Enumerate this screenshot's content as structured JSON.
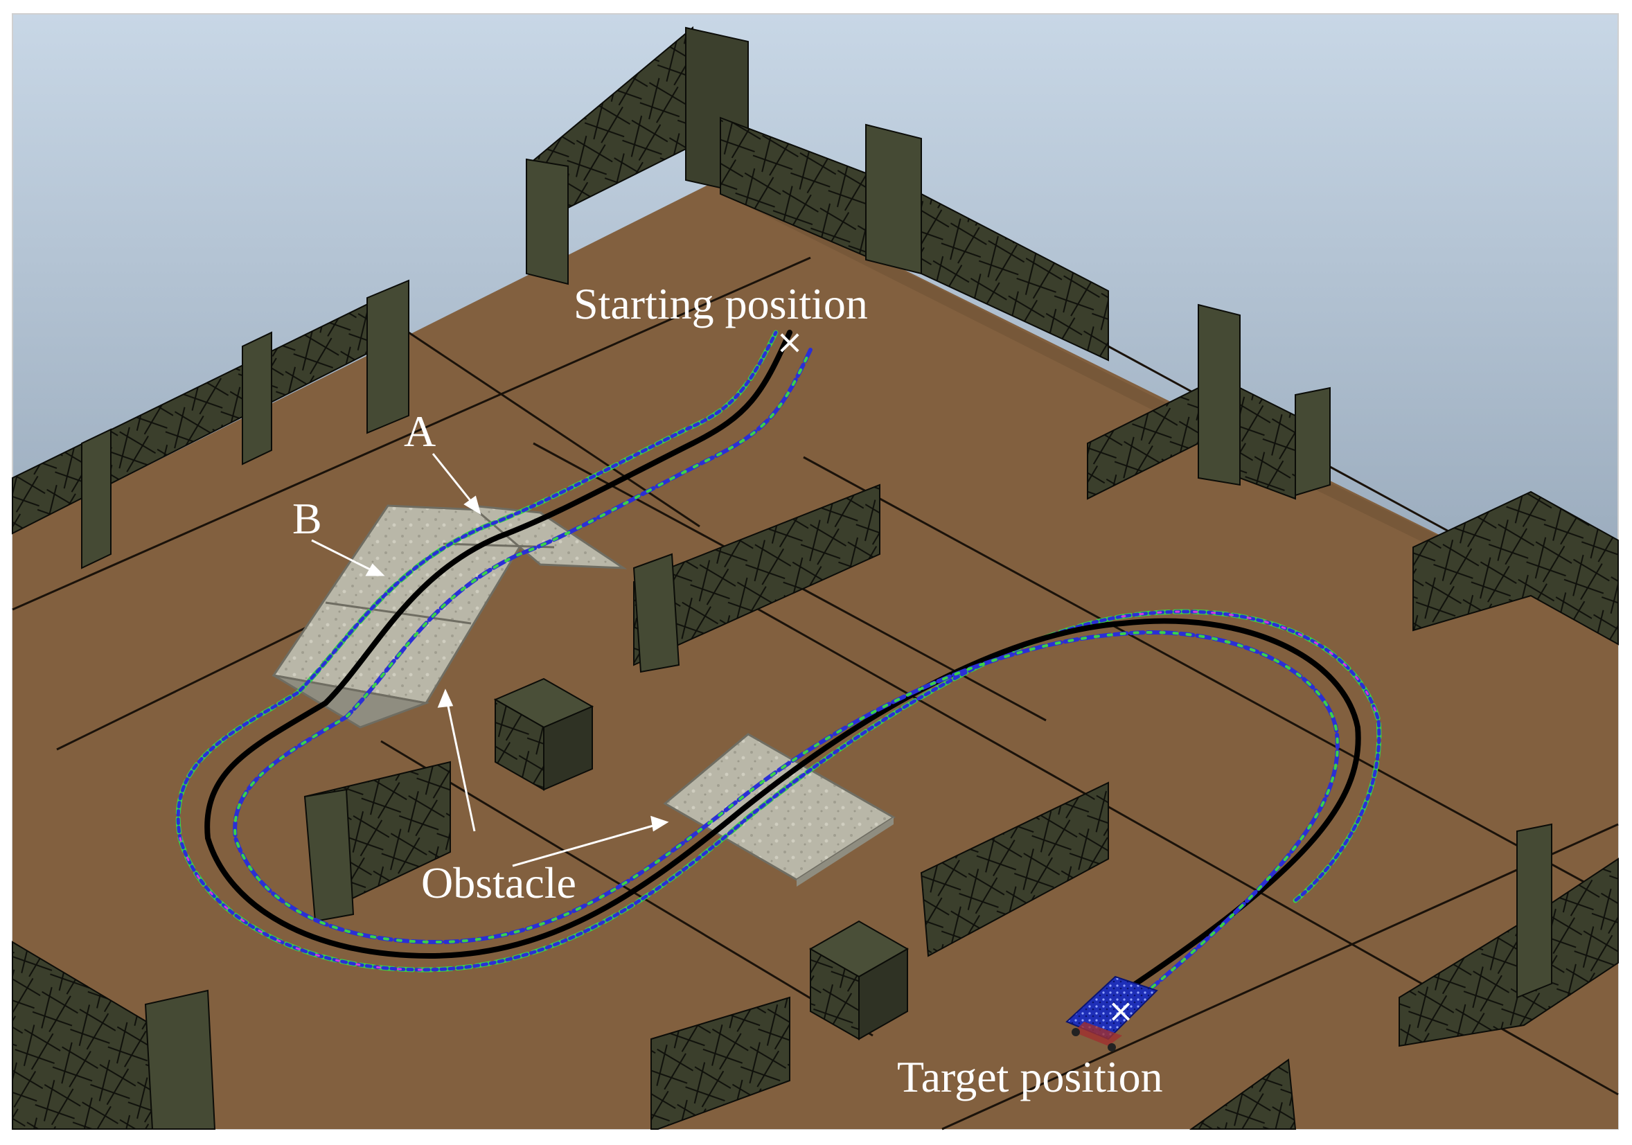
{
  "labels": {
    "start": "Starting position",
    "target": "Target position",
    "obstacle": "Obstacle",
    "a": "A",
    "b": "B"
  },
  "markers": {
    "start": "×",
    "target": "×"
  },
  "colors": {
    "sky_top": "#c4d4e4",
    "sky_bottom": "#6f8296",
    "floor": "#82603f",
    "floor_edge": "#5c4128",
    "wall_front": "#3b3f2c",
    "wall_top": "#4a4f38",
    "wall_side": "#2b2e20",
    "wall_line": "#0b0c08",
    "ramp": "#b8b6a6",
    "ramp_dark": "#8f8d80",
    "path_black": "#000000",
    "path_blue": "#2a2fd6",
    "path_green": "#39d24a",
    "path_magenta": "#d43ce0",
    "robot": "#1e2fb8",
    "label": "#ffffff"
  }
}
